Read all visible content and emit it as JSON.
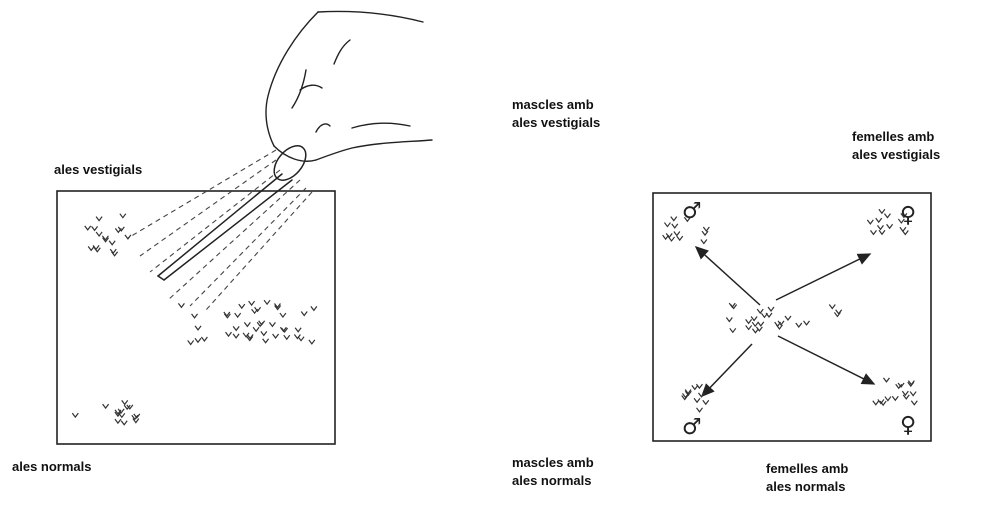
{
  "left_panel": {
    "label_top": "ales vestigials",
    "label_bottom": "ales normals"
  },
  "right_panel": {
    "top_left": {
      "line1": "mascles amb",
      "line2": "ales vestigials"
    },
    "top_right": {
      "line1": "femelles amb",
      "line2": "ales vestigials"
    },
    "bottom_left": {
      "line1": "mascles amb",
      "line2": "ales normals"
    },
    "bottom_right": {
      "line1": "femelles amb",
      "line2": "ales normals"
    }
  },
  "symbols": {
    "male": "♂",
    "female": "♀"
  },
  "colors": {
    "ink": "#222222",
    "background": "#ffffff"
  }
}
